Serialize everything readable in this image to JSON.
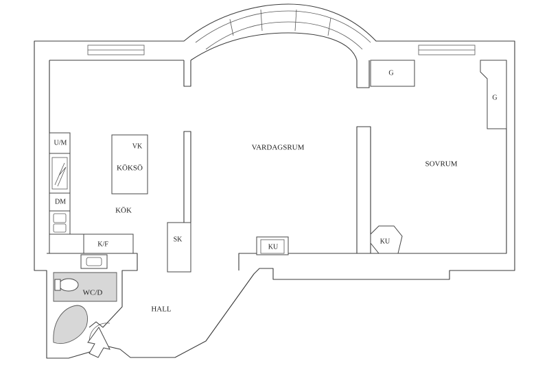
{
  "rooms": {
    "vardagsrum": "VARDAGSRUM",
    "sovrum": "SOVRUM",
    "kok": "KÖK",
    "hall": "HALL",
    "wcd": "WC/D",
    "kokso": "KÖKSÖ"
  },
  "fixtures": {
    "um": "U/M",
    "dm": "DM",
    "vk": "VK",
    "kf": "K/F",
    "sk": "SK",
    "ku_living": "KU",
    "ku_bedroom": "KU",
    "g_top": "G",
    "g_side": "G"
  },
  "colors": {
    "wall": "#3a3a3a",
    "wet_area": "#d7d7d7"
  }
}
